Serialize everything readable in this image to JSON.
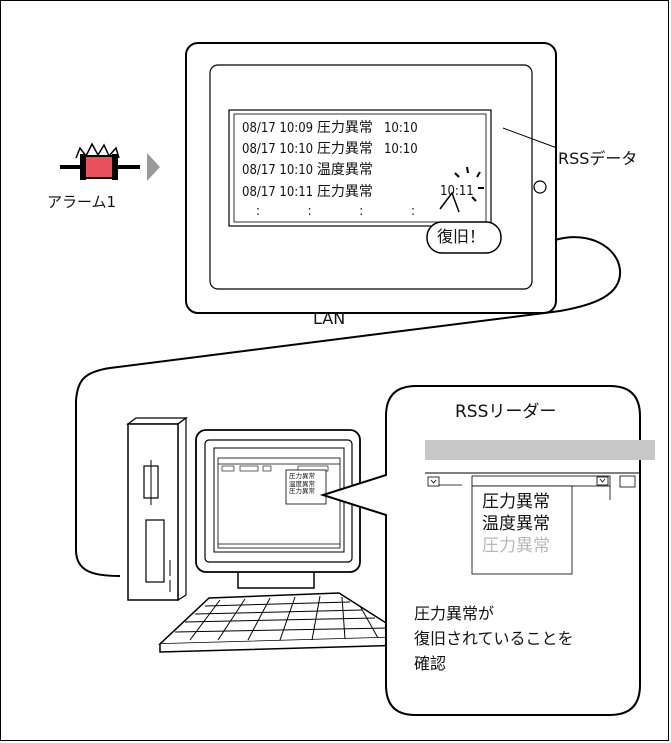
{
  "alarm": {
    "label": "アラーム1"
  },
  "display": {
    "rows": [
      {
        "date": "08/17",
        "time": "10:09",
        "msg": "圧力異常",
        "end": "10:10"
      },
      {
        "date": "08/17",
        "time": "10:10",
        "msg": "圧力異常",
        "end": "10:10"
      },
      {
        "date": "08/17",
        "time": "10:10",
        "msg": "温度異常",
        "end": ""
      },
      {
        "date": "08/17",
        "time": "10:11",
        "msg": "圧力異常",
        "end": "10:11"
      }
    ],
    "more": ":   :   :   :",
    "rss_label": "RSSデータ",
    "recovered_bubble": "復旧！"
  },
  "network": {
    "label": "LAN"
  },
  "pc_screen": {
    "items": [
      "圧力異常",
      "温度異常",
      "圧力異常"
    ]
  },
  "reader": {
    "title": "RSSリーダー",
    "items": [
      "圧力異常",
      "温度異常",
      "圧力異常"
    ],
    "note_lines": [
      "圧力異常が",
      "復旧されていることを",
      "確認"
    ]
  },
  "colors": {
    "alarm_red": "#e8505b",
    "faded": "#b9b9b9",
    "header_gray": "#c8c8c8"
  }
}
